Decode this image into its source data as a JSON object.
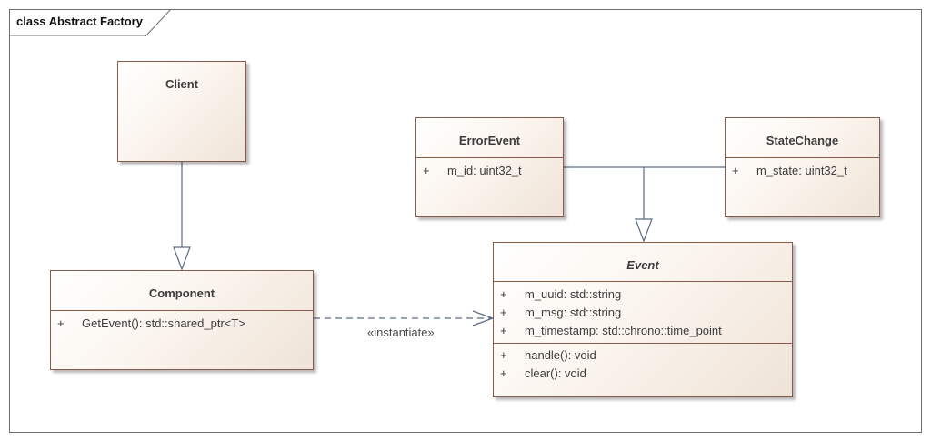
{
  "diagram": {
    "frame_title": "class Abstract Factory",
    "classes": {
      "client": {
        "name": "Client"
      },
      "component": {
        "name": "Component",
        "operations": [
          {
            "visibility": "+",
            "text": "GetEvent(): std::shared_ptr<T>"
          }
        ]
      },
      "error_event": {
        "name": "ErrorEvent",
        "attributes": [
          {
            "visibility": "+",
            "text": "m_id: uint32_t"
          }
        ]
      },
      "state_change": {
        "name": "StateChange",
        "attributes": [
          {
            "visibility": "+",
            "text": "m_state: uint32_t"
          }
        ]
      },
      "event": {
        "name": "Event",
        "abstract": true,
        "attributes": [
          {
            "visibility": "+",
            "text": "m_uuid: std::string"
          },
          {
            "visibility": "+",
            "text": "m_msg: std::string"
          },
          {
            "visibility": "+",
            "text": "m_timestamp: std::chrono::time_point"
          }
        ],
        "operations": [
          {
            "visibility": "+",
            "text": "handle(): void"
          },
          {
            "visibility": "+",
            "text": "clear(): void"
          }
        ]
      }
    },
    "relations": [
      {
        "from": "Client",
        "to": "Component",
        "kind": "generalization"
      },
      {
        "from": "ErrorEvent",
        "to": "Event",
        "kind": "generalization"
      },
      {
        "from": "StateChange",
        "to": "Event",
        "kind": "generalization"
      },
      {
        "from": "Component",
        "to": "Event",
        "kind": "dependency",
        "label": "«instantiate»"
      }
    ],
    "colors": {
      "class_border": "#8a5a4a",
      "class_fill_light": "#ffffff",
      "class_fill_dark": "#efe3d6",
      "connector": "#5b6b85",
      "frame_border": "#6e6e6e"
    }
  }
}
